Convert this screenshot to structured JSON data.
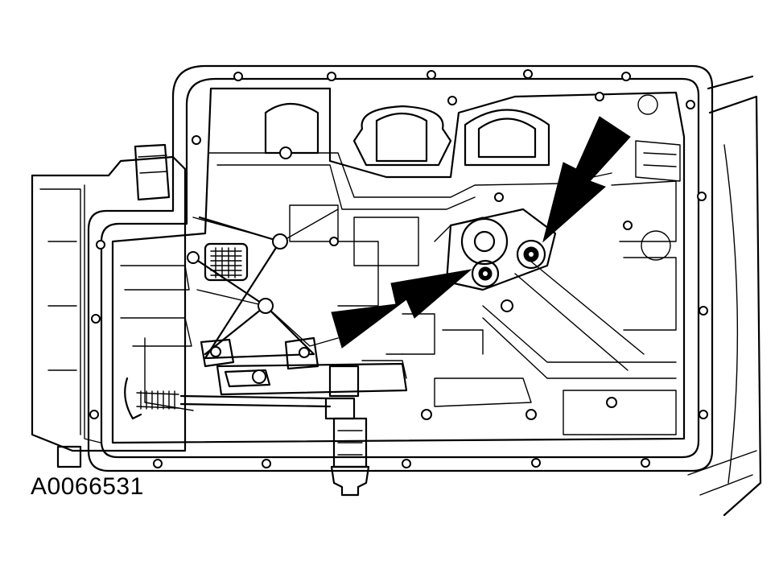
{
  "figure": {
    "reference_id": "A0066531",
    "line_color": "#000000",
    "background_color": "#ffffff",
    "callouts": [
      {
        "name": "arrow-to-lower-bolt",
        "target": "valve-body-bolt-lower"
      },
      {
        "name": "arrow-to-upper-bolt",
        "target": "valve-body-bolt-upper"
      }
    ]
  }
}
